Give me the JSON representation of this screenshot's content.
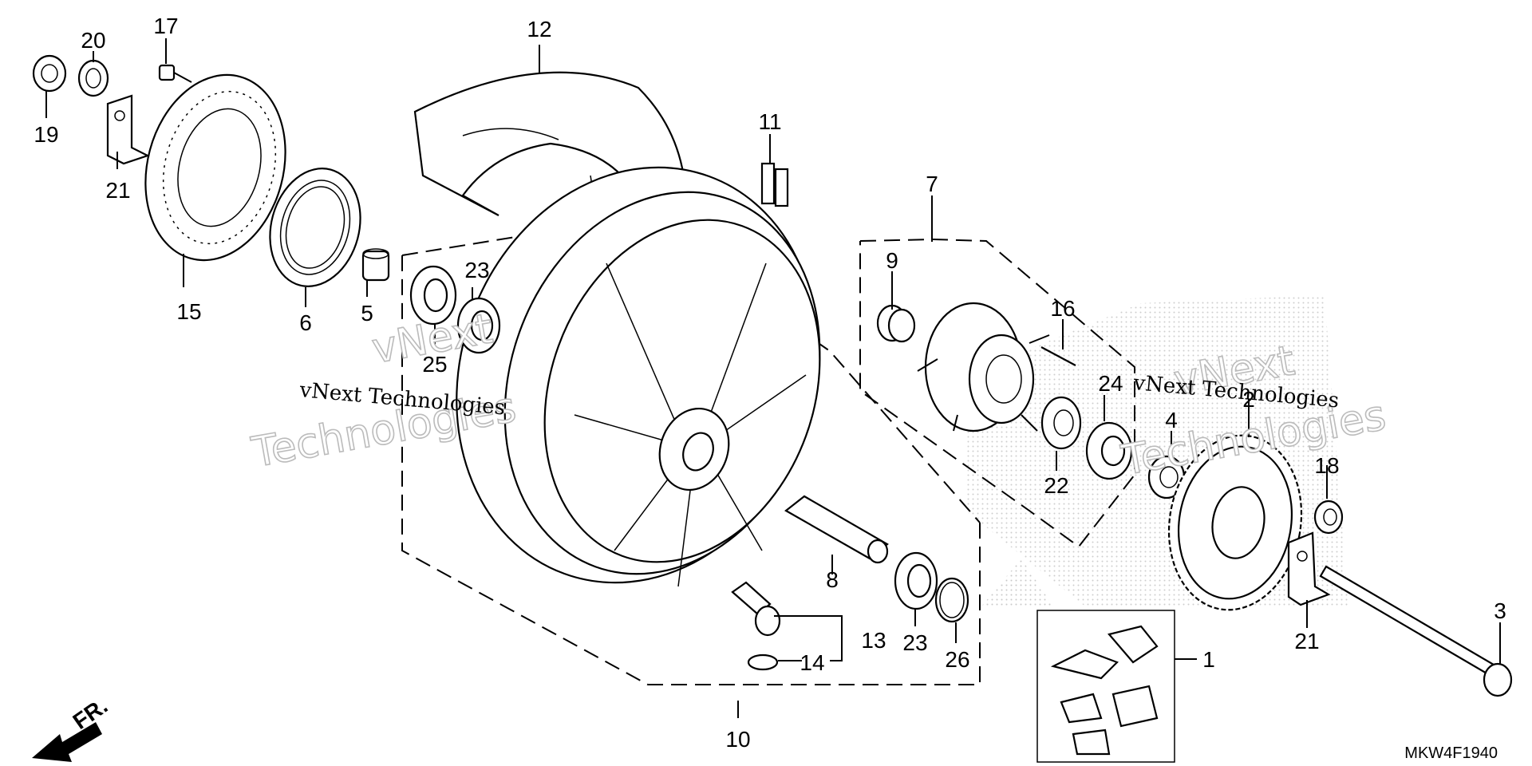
{
  "diagram_code": "MKW4F1940",
  "front_indicator": "FR.",
  "watermark": {
    "line": "vNext Technologies",
    "big_1": "vNext",
    "big_2": "Technologies"
  },
  "labels": {
    "l1": "1",
    "l2": "2",
    "l3": "3",
    "l4": "4",
    "l5": "5",
    "l6": "6",
    "l7": "7",
    "l8": "8",
    "l9": "9",
    "l10": "10",
    "l11": "11",
    "l12": "12",
    "l13": "13",
    "l14": "14",
    "l15": "15",
    "l16": "16",
    "l17": "17",
    "l18": "18",
    "l19": "19",
    "l20": "20",
    "l21a": "21",
    "l21b": "21",
    "l22": "22",
    "l23a": "23",
    "l23b": "23",
    "l24": "24",
    "l25": "25",
    "l26": "26"
  }
}
